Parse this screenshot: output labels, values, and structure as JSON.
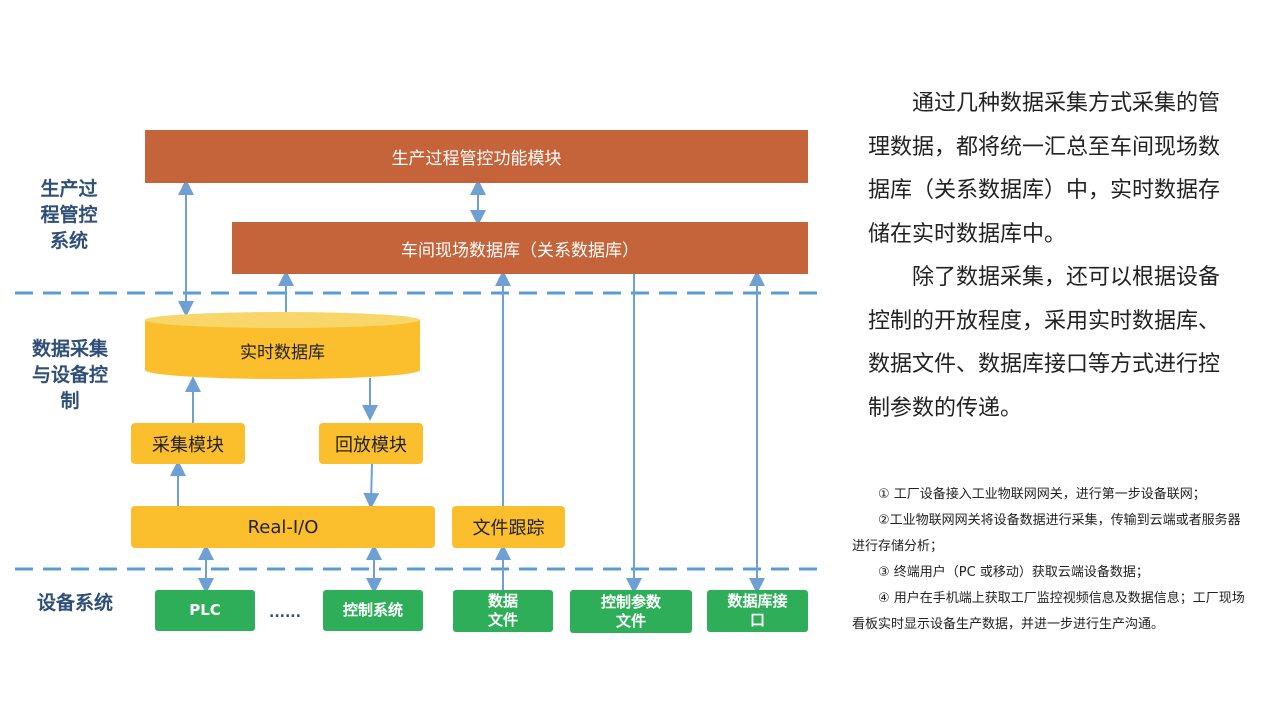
{
  "diagram": {
    "layers": [
      "生产过程管控系统",
      "数据采集与设备控制",
      "设备系统"
    ],
    "top_module": "生产过程管控功能模块",
    "shop_db": "车间现场数据库（关系数据库）",
    "rt_db": "实时数据库",
    "collect": "采集模块",
    "playback": "回放模块",
    "realio": "Real-I/O",
    "filetrack": "文件跟踪",
    "devices": [
      "PLC",
      "......",
      "控制系统",
      "数据文件",
      "控制参数文件",
      "数据库接口"
    ]
  },
  "description": {
    "paragraphs": [
      "通过几种数据采集方式采集的管理数据，都将统一汇总至车间现场数据库（关系数据库）中，实时数据存储在实时数据库中。",
      "除了数据采集，还可以根据设备控制的开放程度，采用实时数据库、数据文件、数据库接口等方式进行控制参数的传递。"
    ]
  },
  "notes": [
    "① 工厂设备接入工业物联网网关，进行第一步设备联网；",
    "②工业物联网网关将设备数据进行采集，传输到云端或者服务器进行存储分析；",
    "③ 终端用户（PC 或移动）获取云端设备数据；",
    "④ 用户在手机端上获取工厂监控视频信息及数据信息；工厂现场看板实时显示设备生产数据，并进一步进行生产沟通。"
  ],
  "colors": {
    "orange": "#c5633a",
    "yellow": "#fbbf2d",
    "green": "#2fae5a",
    "arrow": "#6fa0d4",
    "dash": "#5b9bd5"
  }
}
